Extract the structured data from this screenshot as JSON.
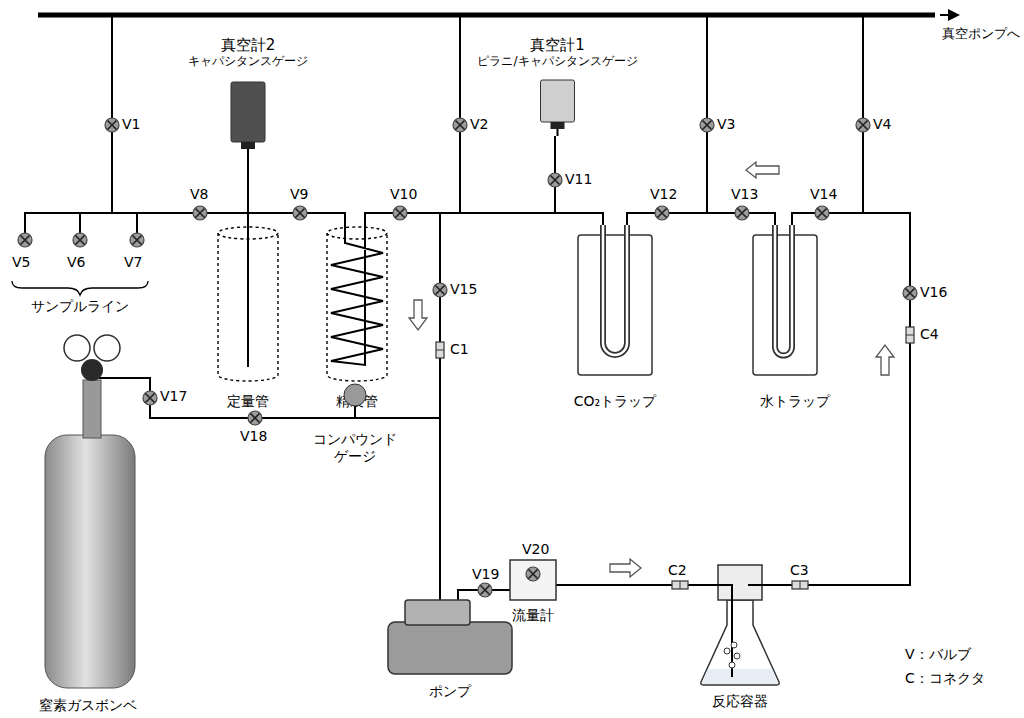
{
  "diagram": {
    "nodes": [
      {
        "text": [
          "真空計2",
          "キャパシタンスゲージ"
        ]
      },
      {
        "text": [
          "真空計1",
          "ピラニ/キャパシタンスゲージ"
        ]
      },
      {
        "text": [
          "定量管"
        ]
      },
      {
        "text": [
          "精製管"
        ]
      },
      {
        "text": [
          "CO₂トラップ"
        ]
      },
      {
        "text": [
          "水トラップ"
        ]
      },
      {
        "text": [
          "窒素ガスボンベ"
        ]
      },
      {
        "text": [
          "コンパウンド ゲージ"
        ]
      },
      {
        "text": [
          "ポンプ"
        ]
      },
      {
        "text": [
          "流量計"
        ]
      },
      {
        "text": [
          "反応容器"
        ]
      }
    ],
    "edges": [
      {
        "from": 0,
        "to": 2,
        "arrow": "none"
      },
      {
        "from": 3,
        "to": 2,
        "arrow": "none"
      },
      {
        "from": 4,
        "to": 3,
        "arrow": "none"
      },
      {
        "from": 5,
        "to": 4,
        "arrow": "none"
      },
      {
        "from": 10,
        "to": 5,
        "arrow": "none"
      },
      {
        "from": 9,
        "to": 10,
        "arrow": "none"
      },
      {
        "from": 8,
        "to": 9,
        "arrow": "none"
      },
      {
        "from": 6,
        "to": 8,
        "arrow": "none"
      }
    ],
    "labels": [
      "真空ポンプへ",
      "V1",
      "V2",
      "V3",
      "V4",
      "V5",
      "V6",
      "V7",
      "サンプルライン",
      "V8",
      "V9",
      "V10",
      "V11",
      "V12",
      "V13",
      "V14",
      "V15",
      "V16",
      "V17",
      "V18",
      "V19",
      "V20",
      "C1",
      "C2",
      "C3",
      "C4",
      "V：バルブ",
      "C：コネクタ"
    ]
  }
}
